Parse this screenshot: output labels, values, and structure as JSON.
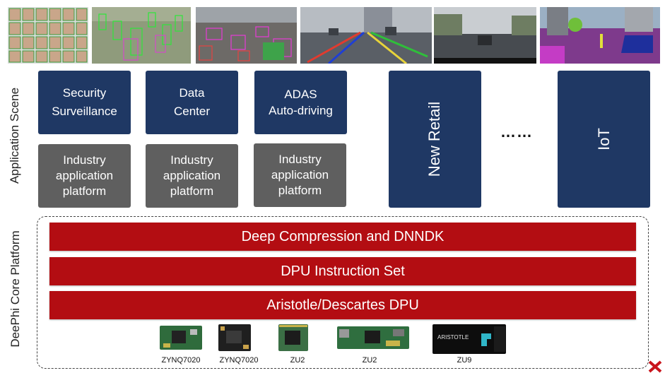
{
  "images": [
    {
      "name": "faces-grid-image"
    },
    {
      "name": "pedestrian-detection-image"
    },
    {
      "name": "street-traffic-image"
    },
    {
      "name": "lane-detection-image"
    },
    {
      "name": "dashcam-road-image"
    },
    {
      "name": "semantic-segmentation-image"
    }
  ],
  "side_labels": {
    "application": "Application Scene",
    "core": "DeePhi Core Platform"
  },
  "scenes": {
    "security": "Security\nSurveillance",
    "datacenter": "Data\nCenter",
    "adas": "ADAS\nAuto-driving",
    "new_retail": "New Retail",
    "ellipsis": "……",
    "iot": "IoT"
  },
  "industry": {
    "box1": "Industry\napplication\nplatform",
    "box2": "Industry\napplication\nplatform",
    "box3": "Industry\napplication\nplatform"
  },
  "platform": {
    "compression": "Deep Compression and DNNDK",
    "instruction": "DPU Instruction Set",
    "dpu": "Aristotle/Descartes DPU"
  },
  "boards": [
    {
      "label": "ZYNQ7020"
    },
    {
      "label": "ZYNQ7020"
    },
    {
      "label": "ZU2"
    },
    {
      "label": "ZU2"
    },
    {
      "label": "ZU9",
      "card_text": "ARISTOTLE"
    }
  ],
  "colors": {
    "scene_blue": "#1f3864",
    "industry_gray": "#5f5f5f",
    "platform_red": "#b30d12"
  }
}
